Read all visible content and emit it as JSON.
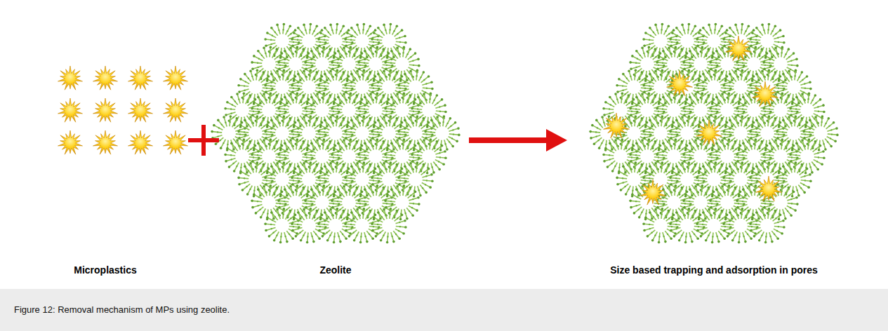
{
  "diagram": {
    "caption": "Figure 12: Removal mechanism of MPs using zeolite.",
    "labels": [
      "Microplastics",
      "Zeolite",
      "Size based trapping and adsorption in pores"
    ]
  }
}
